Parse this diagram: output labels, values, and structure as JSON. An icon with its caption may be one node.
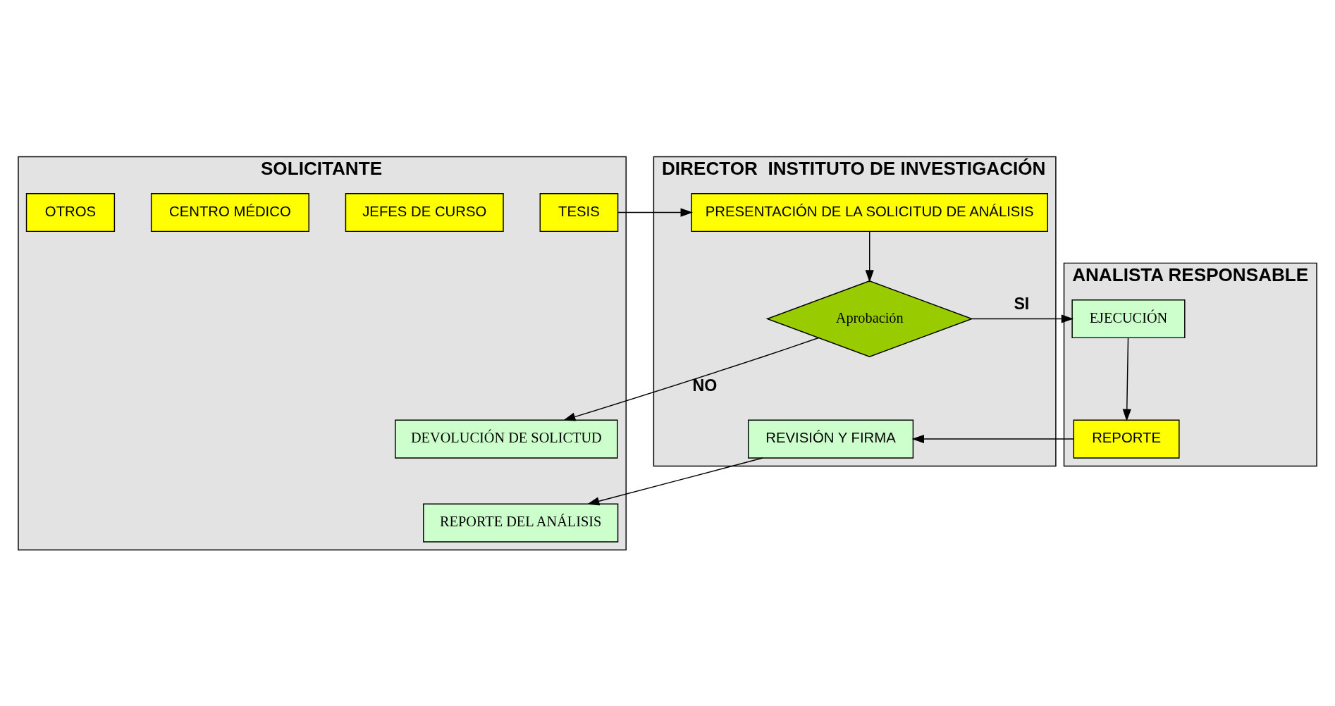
{
  "diagram": {
    "nodes": [
      {
        "text": [
          "SOLICITANTE"
        ]
      },
      {
        "text": [
          "DIRECTOR  INSTITUTO DE INVESTIGACIÓN"
        ]
      },
      {
        "text": [
          "ANALISTA RESPONSABLE"
        ]
      },
      {
        "text": [
          "TESIS"
        ],
        "in": 0
      },
      {
        "text": [
          "JEFES DE CURSO"
        ],
        "in": 0
      },
      {
        "text": [
          "CENTRO MÉDICO"
        ],
        "in": 0
      },
      {
        "text": [
          "OTROS"
        ],
        "in": 0
      },
      {
        "text": [
          "PRESENTACIÓN DE LA SOLICITUD DE ANÁLISIS"
        ],
        "in": 1
      },
      {
        "text": [
          "Aprobación"
        ],
        "in": 1
      },
      {
        "text": [
          "EJECUCIÓN"
        ],
        "in": 2
      },
      {
        "text": [
          "DEVOLUCIÓN DE SOLICTUD"
        ],
        "in": 0
      },
      {
        "text": [
          "REPORTE"
        ],
        "in": 2
      },
      {
        "text": [
          "REVISIÓN Y FIRMA"
        ],
        "in": 1
      },
      {
        "text": [
          "REPORTE DEL ANÁLISIS"
        ],
        "in": 0
      }
    ],
    "edges": [
      {
        "from": 3,
        "to": 7,
        "arrow": "to"
      },
      {
        "from": 7,
        "to": 8,
        "arrow": "to"
      },
      {
        "from": 8,
        "to": 9,
        "arrow": "to",
        "label": "SI"
      },
      {
        "from": 8,
        "to": 10,
        "arrow": "to",
        "label": "NO"
      },
      {
        "from": 9,
        "to": 11,
        "arrow": "to"
      },
      {
        "from": 11,
        "to": 12,
        "arrow": "to"
      },
      {
        "from": 12,
        "to": 13,
        "arrow": "to"
      }
    ]
  }
}
